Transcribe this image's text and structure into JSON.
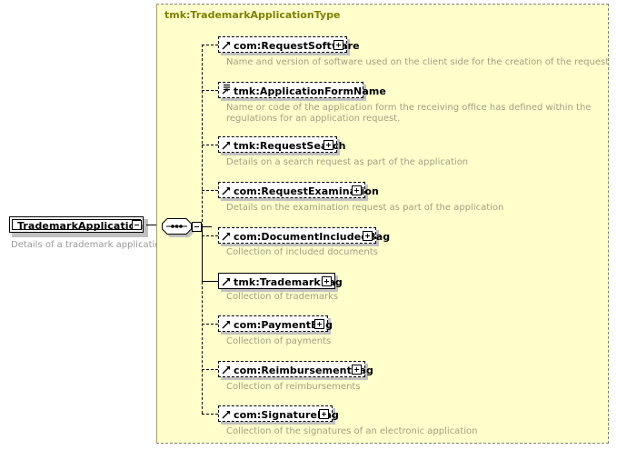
{
  "diagram": {
    "kind": "xml-schema-element-diagram",
    "colors": {
      "panel_background": "#ffffcc",
      "panel_border": "#808080",
      "type_title": "#808000",
      "description_text": "#a0a080",
      "node_fill": "#ffffff",
      "node_border": "#000000",
      "shadow": "#c0c0c0"
    }
  },
  "root": {
    "label": "TrademarkApplication",
    "caption": "Details of a trademark application",
    "toggle": "collapse-minus"
  },
  "type_container": {
    "title": "tmk:TrademarkApplicationType",
    "compositor": "sequence",
    "compositor_toggle": "collapse-minus"
  },
  "children": [
    {
      "label": "com:RequestSoftware",
      "description": "Name and version of software used on the client side for the creation of the request",
      "occurrence": "optional",
      "icon": "element-arrow-icon",
      "toggle": "expand-plus",
      "width": 142
    },
    {
      "label": "tmk:ApplicationFormName",
      "description": "Name or code of the application form the receiving office has defined within the regulations for an application request.",
      "occurrence": "optional",
      "icon": "simple-type-lines-icon",
      "toggle": "none",
      "width": 160
    },
    {
      "label": "tmk:RequestSearch",
      "description": "Details on a search request as part of the application",
      "occurrence": "optional",
      "icon": "element-arrow-icon",
      "toggle": "expand-plus",
      "width": 131
    },
    {
      "label": "com:RequestExamination",
      "description": "Details on the examination request as part of the application",
      "occurrence": "optional",
      "icon": "element-arrow-icon",
      "toggle": "expand-plus",
      "width": 162
    },
    {
      "label": "com:DocumentIncludedBag",
      "description": "Collection of included documents",
      "occurrence": "optional",
      "icon": "element-arrow-icon",
      "toggle": "expand-plus",
      "width": 174
    },
    {
      "label": "tmk:TrademarkBag",
      "description": "Collection of trademarks",
      "occurrence": "required",
      "icon": "element-arrow-icon",
      "toggle": "expand-plus",
      "width": 129
    },
    {
      "label": "com:PaymentBag",
      "description": "Collection of payments",
      "occurrence": "optional",
      "icon": "element-arrow-icon",
      "toggle": "expand-plus",
      "width": 121
    },
    {
      "label": "com:ReimbursementBag",
      "description": "Collection of reimbursements",
      "occurrence": "optional",
      "icon": "element-arrow-icon",
      "toggle": "expand-plus",
      "width": 162
    },
    {
      "label": "com:SignatureBag",
      "description": "Collection of the signatures of an electronic application",
      "occurrence": "optional",
      "icon": "element-arrow-icon",
      "toggle": "expand-plus",
      "width": 126
    }
  ]
}
